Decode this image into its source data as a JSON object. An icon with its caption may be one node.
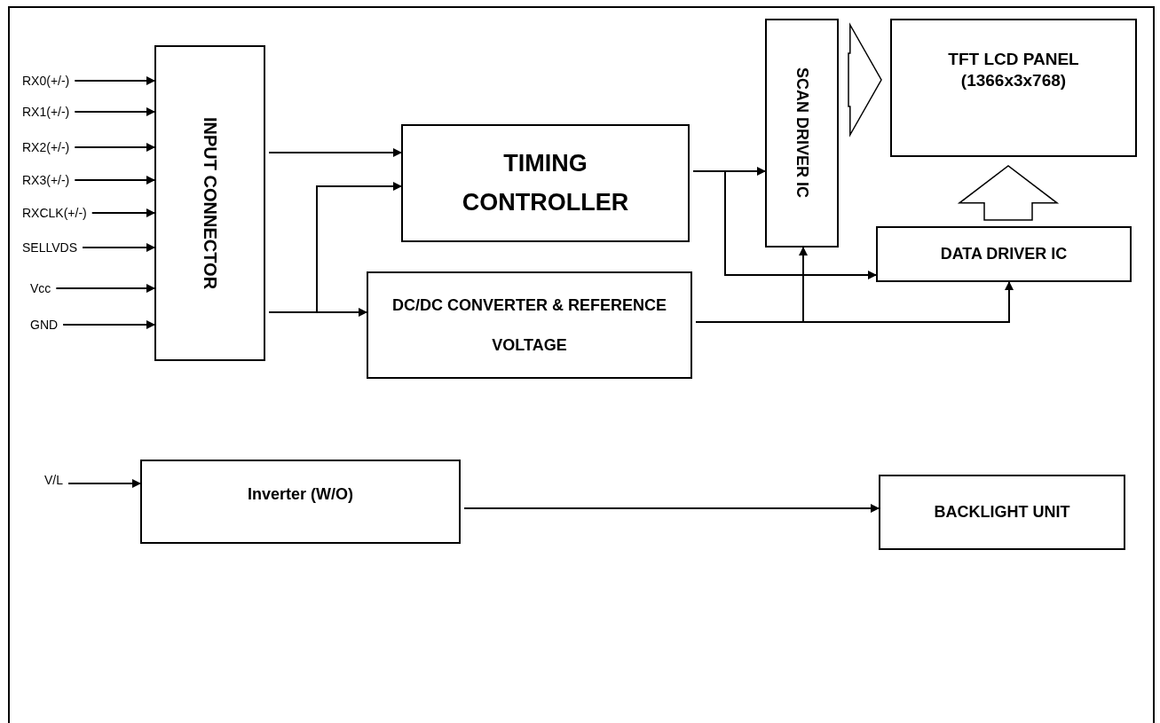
{
  "diagram": {
    "nodes": [
      {
        "text": [
          "RX0(+/-)"
        ]
      },
      {
        "text": [
          "RX1(+/-)"
        ]
      },
      {
        "text": [
          "RX2(+/-)"
        ]
      },
      {
        "text": [
          "RX3(+/-)"
        ]
      },
      {
        "text": [
          "RXCLK(+/-)"
        ]
      },
      {
        "text": [
          "SELLVDS"
        ]
      },
      {
        "text": [
          "Vcc"
        ]
      },
      {
        "text": [
          "GND"
        ]
      },
      {
        "text": [
          "INPUT CONNECTOR"
        ]
      },
      {
        "text": [
          "TIMING CONTROLLER"
        ]
      },
      {
        "text": [
          "DC/DC CONVERTER & REFERENCE VOLTAGE"
        ]
      },
      {
        "text": [
          "SCAN DRIVER IC"
        ]
      },
      {
        "text": [
          "TFT LCD PANEL (1366x3x768)"
        ]
      },
      {
        "text": [
          "DATA DRIVER IC"
        ]
      },
      {
        "text": [
          "V/L"
        ]
      },
      {
        "text": [
          "Inverter (W/O)"
        ]
      },
      {
        "text": [
          "BACKLIGHT UNIT"
        ]
      }
    ],
    "edges": [
      {
        "from": 0,
        "to": 8,
        "arrow": "to"
      },
      {
        "from": 1,
        "to": 8,
        "arrow": "to"
      },
      {
        "from": 2,
        "to": 8,
        "arrow": "to"
      },
      {
        "from": 3,
        "to": 8,
        "arrow": "to"
      },
      {
        "from": 4,
        "to": 8,
        "arrow": "to"
      },
      {
        "from": 5,
        "to": 8,
        "arrow": "to"
      },
      {
        "from": 6,
        "to": 8,
        "arrow": "to"
      },
      {
        "from": 7,
        "to": 8,
        "arrow": "to"
      },
      {
        "from": 8,
        "to": 9,
        "arrow": "to"
      },
      {
        "from": 8,
        "to": 9,
        "arrow": "to"
      },
      {
        "from": 8,
        "to": 10,
        "arrow": "to"
      },
      {
        "from": 9,
        "to": 11,
        "arrow": "to"
      },
      {
        "from": 9,
        "to": 13,
        "arrow": "to"
      },
      {
        "from": 10,
        "to": 11,
        "arrow": "to"
      },
      {
        "from": 10,
        "to": 13,
        "arrow": "to"
      },
      {
        "from": 11,
        "to": 12,
        "arrow": "to",
        "style": "thick"
      },
      {
        "from": 13,
        "to": 12,
        "arrow": "to",
        "style": "thick"
      },
      {
        "from": 14,
        "to": 15,
        "arrow": "to"
      },
      {
        "from": 15,
        "to": 16,
        "arrow": "to"
      }
    ]
  }
}
